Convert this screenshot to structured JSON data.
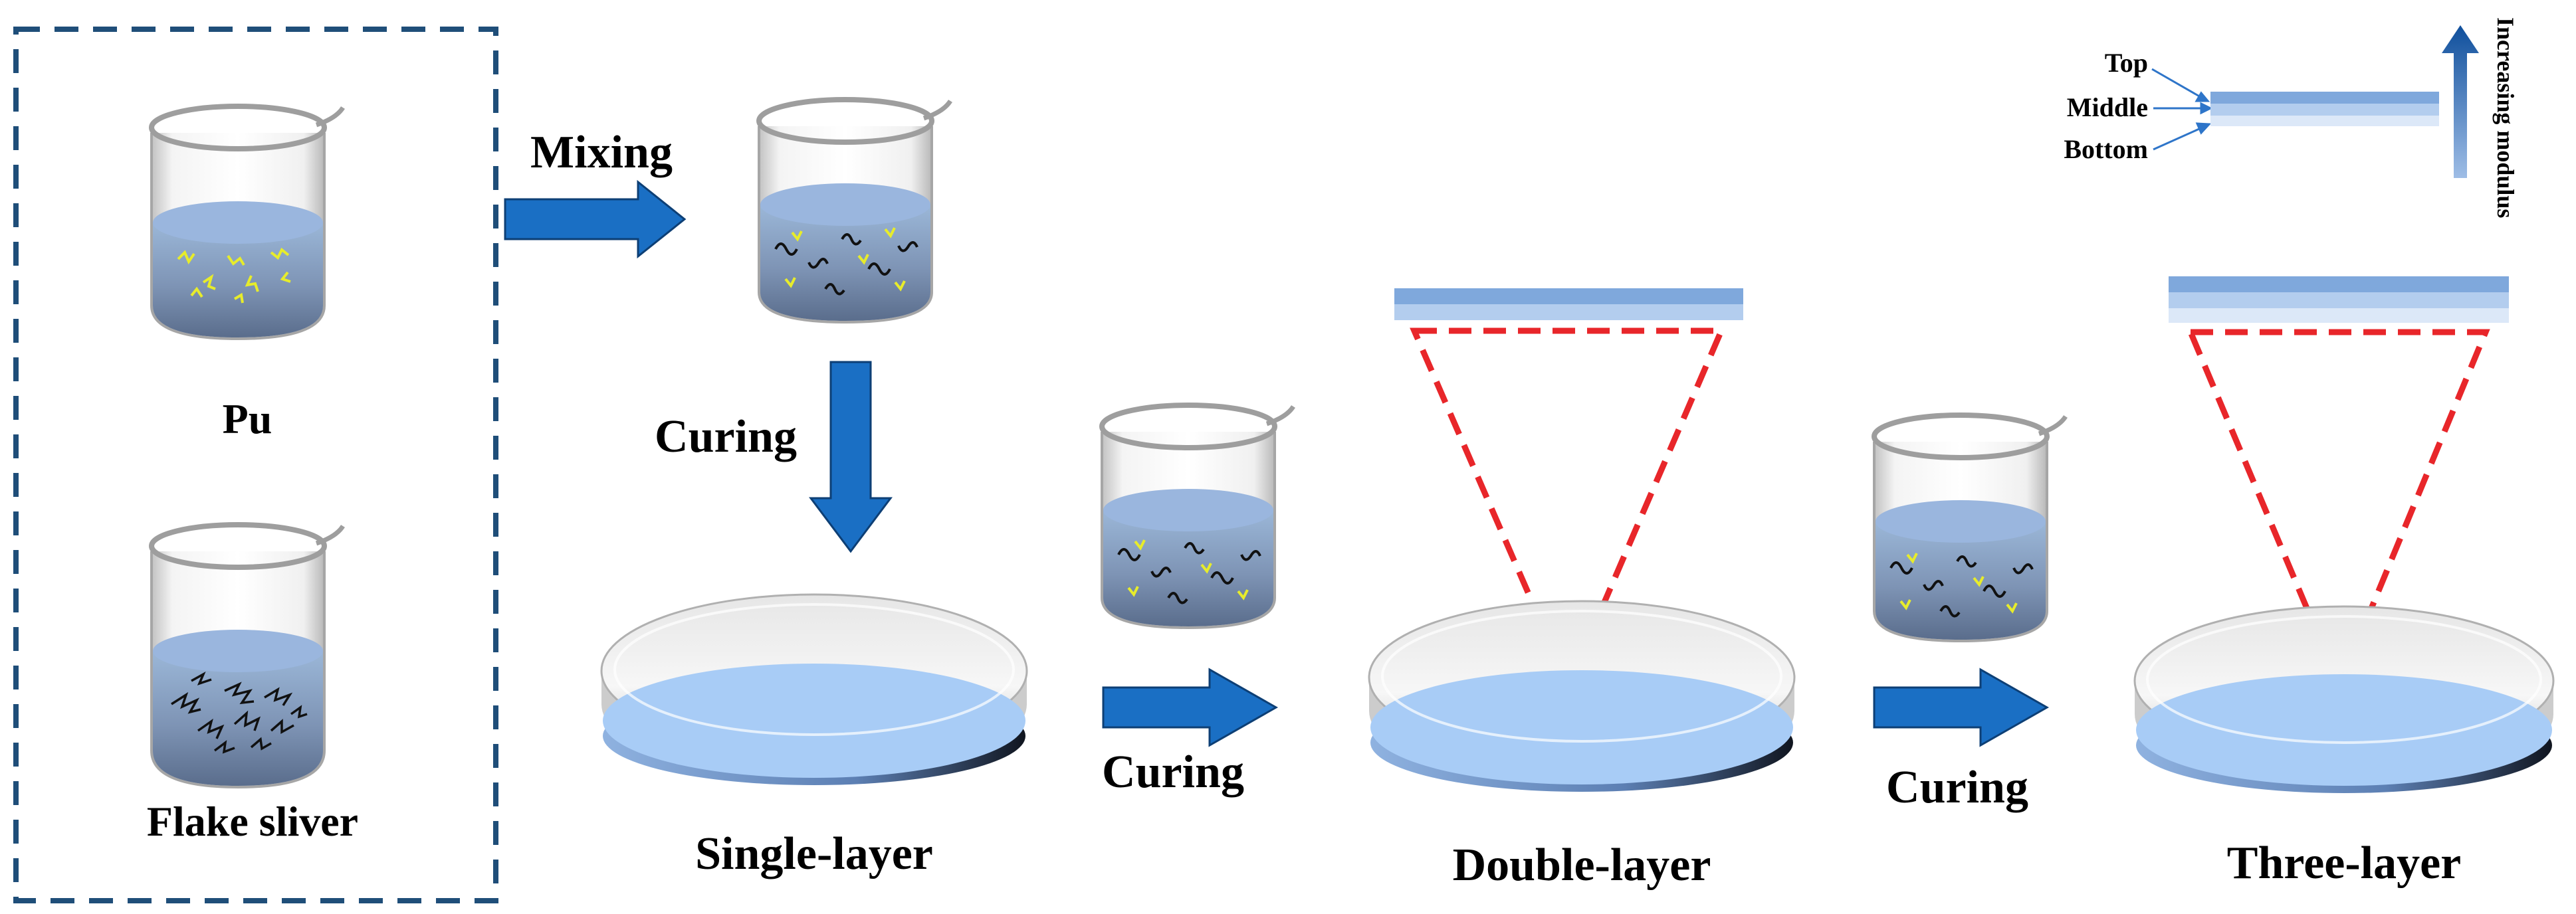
{
  "materials": {
    "pu_label": "Pu",
    "flake_label": "Flake sliver"
  },
  "steps": {
    "mixing": "Mixing",
    "curing_1": "Curing",
    "curing_2": "Curing",
    "curing_3": "Curing"
  },
  "results": {
    "single": "Single-layer",
    "double": "Double-layer",
    "three": "Three-layer"
  },
  "legend": {
    "top": "Top",
    "middle": "Middle",
    "bottom": "Bottom",
    "modulus": "Increasing modulus"
  },
  "colors": {
    "arrow_blue": "#1a6fc4",
    "liquid": "#9ab6de",
    "film": "#a8ccf6",
    "projection_red": "#e8262a",
    "frame": "#1f4e79",
    "top_layer": "#7fa8dc",
    "middle_layer": "#b3cdee",
    "bottom_layer": "#dce8f8",
    "pu_fiber": "#e7ec2b",
    "flake": "#111111"
  }
}
